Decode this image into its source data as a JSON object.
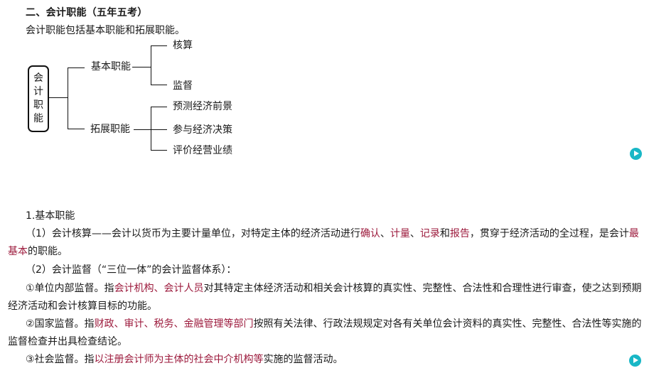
{
  "heading": {
    "title": "二、会计职能（五年五考）",
    "intro": "会计职能包括基本职能和拓展职能。"
  },
  "diagram": {
    "root": [
      "会",
      "计",
      "职",
      "能"
    ],
    "branches": [
      {
        "label": "基本职能",
        "leaves": [
          "核算",
          "监督"
        ]
      },
      {
        "label": "拓展职能",
        "leaves": [
          "预测经济前景",
          "参与经济决策",
          "评价经营业绩"
        ]
      }
    ]
  },
  "icons": {
    "play_1": "play-icon",
    "play_2": "play-icon"
  },
  "colors": {
    "highlight": "#9c1a3c",
    "play_button": "#19b7c6",
    "text": "#1a1a1a"
  },
  "section1": {
    "heading": "1.基本职能",
    "p1": {
      "a": "（1）会计核算——会计以货币为主要计量单位，对特定主体的经济活动进行",
      "r1": "确认",
      "s1": "、",
      "r2": "计量",
      "s2": "、",
      "r3": "记录",
      "s3": "和",
      "r4": "报告",
      "b": "，贯穿于经济活动的全过程，是会计",
      "r5": "最基本",
      "c": "的职能。"
    },
    "p2": "（2）会计监督（“三位一体”的会计监督体系）：",
    "p3": {
      "a": "①单位内部监督。指",
      "r1": "会计机构、会计人员",
      "b": "对其特定主体经济活动和相关会计核算的真实性、完整性、合法性和合理性进行审查，使之达到预期经济活动和会计核算目标的功能。"
    },
    "p4": {
      "a": "②国家监督。指",
      "r1": "财政、审计、税务、金融管理等部门",
      "b": "按照有关法律、行政法规规定对各有关单位会计资料的真实性、完整性、合法性等实施的监督检查并出具检查结论。"
    },
    "p5": {
      "a": "③社会监督。指",
      "r1": "以注册会计师为主体的社会中介机构等",
      "b": "实施的监督活动。"
    }
  }
}
